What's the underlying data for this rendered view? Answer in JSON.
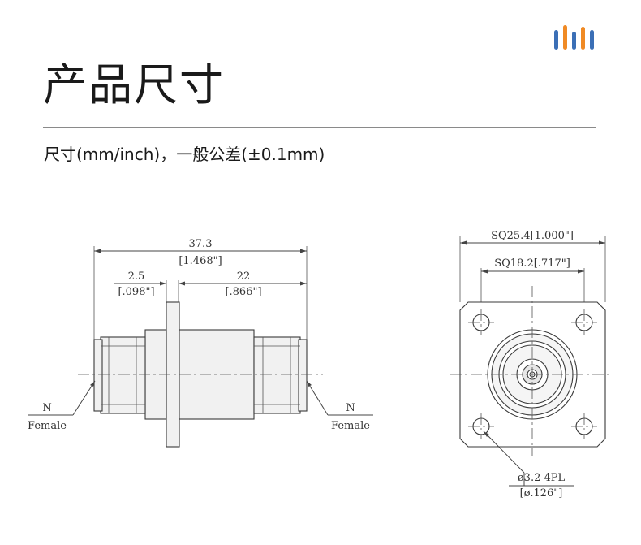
{
  "header": {
    "title": "产品尺寸",
    "subtitle": "尺寸(mm/inch)，一般公差(±0.1mm)"
  },
  "brand": {
    "colors": [
      "#3b6fb6",
      "#f08a24",
      "#3b6fb6",
      "#f08a24",
      "#3b6fb6"
    ]
  },
  "side_view": {
    "overall_mm": "37.3",
    "overall_in": "[1.468\"]",
    "flange_offset_mm": "2.5",
    "flange_offset_in": "[.098\"]",
    "right_length_mm": "22",
    "right_length_in": "[.866\"]",
    "left_label_1": "N",
    "left_label_2": "Female",
    "right_label_1": "N",
    "right_label_2": "Female"
  },
  "front_view": {
    "outer_square": "SQ25.4[1.000\"]",
    "hole_spacing": "SQ18.2[.717\"]",
    "hole_dia_mm": "ø3.2 4PL",
    "hole_dia_in": "[ø.126\"]"
  }
}
